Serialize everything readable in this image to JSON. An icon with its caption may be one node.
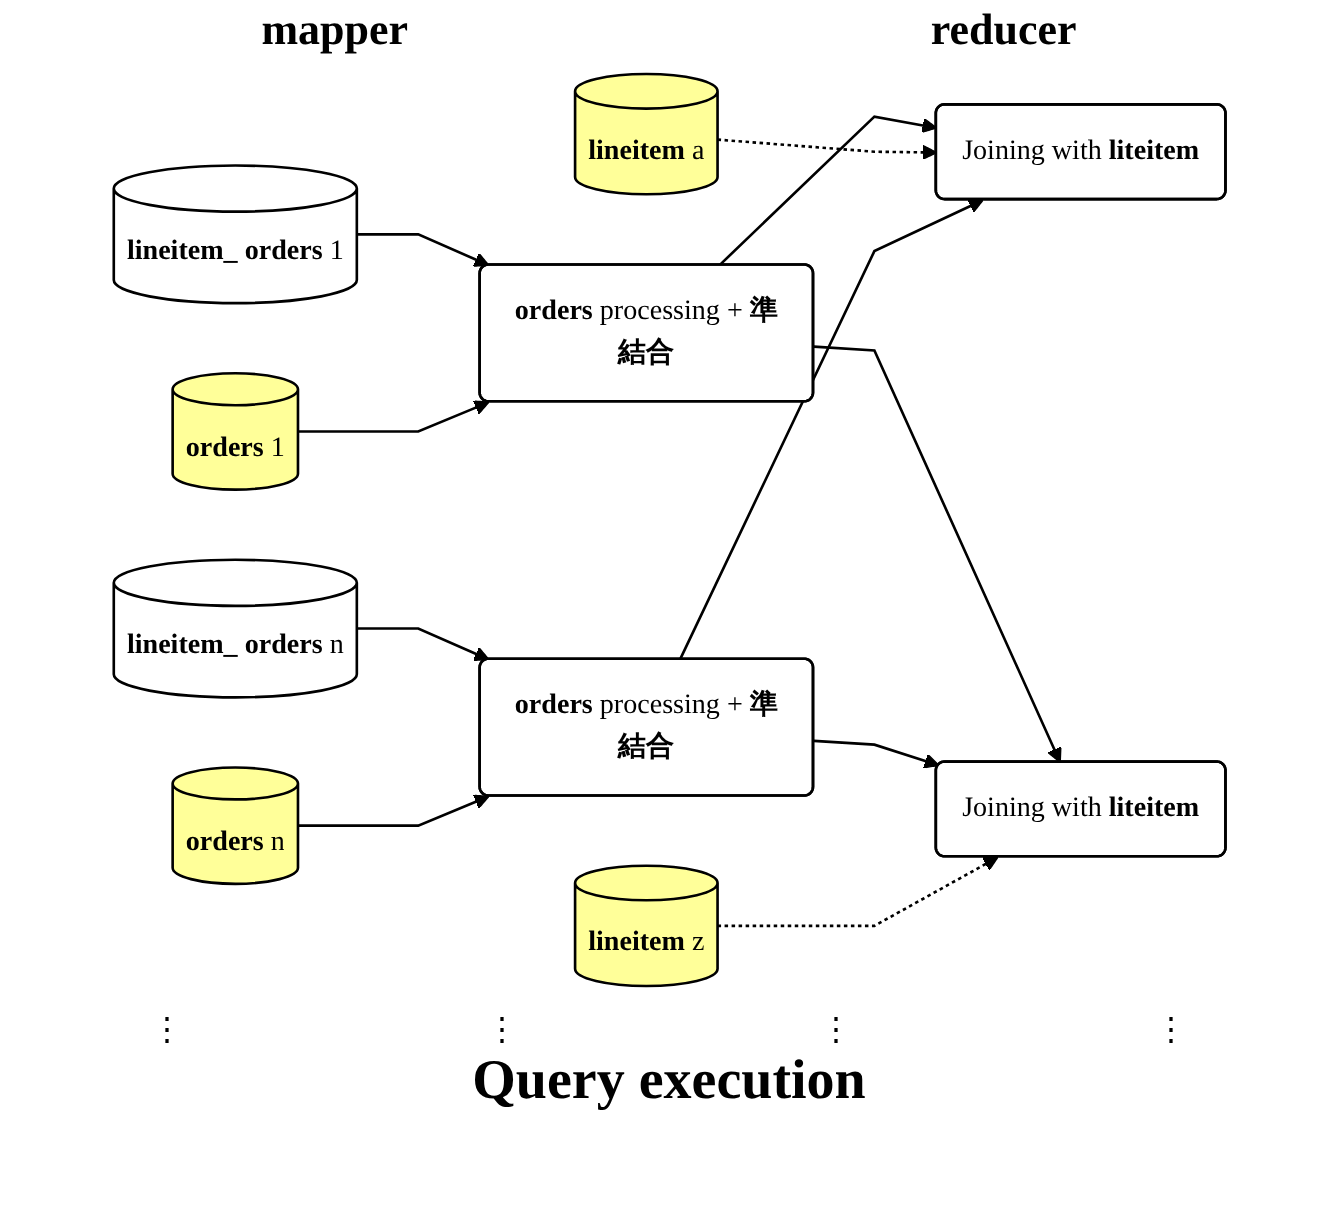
{
  "diagram": {
    "caption": "Query execution",
    "nodes": [
      {
        "text": [
          "**lineitem_ orders** 1"
        ]
      },
      {
        "text": [
          "**orders** 1"
        ]
      },
      {
        "text": [
          "**lineitem** a"
        ]
      },
      {
        "text": [
          "**lineitem_ orders** n"
        ]
      },
      {
        "text": [
          "**orders** n"
        ]
      },
      {
        "text": [
          "**lineitem** z"
        ]
      },
      {
        "text": [
          "**orders** processing + **準結合**"
        ]
      },
      {
        "text": [
          "**orders** processing + **準結合**"
        ]
      },
      {
        "text": [
          "Joining with **liteitem**"
        ]
      },
      {
        "text": [
          "Joining with **liteitem**"
        ]
      }
    ],
    "edges": [
      {
        "from": 0,
        "to": 6,
        "arrow": "to"
      },
      {
        "from": 1,
        "to": 6,
        "arrow": "to"
      },
      {
        "from": 6,
        "to": 8,
        "arrow": "to"
      },
      {
        "from": 6,
        "to": 9,
        "arrow": "to"
      },
      {
        "from": 2,
        "to": 8,
        "arrow": "to",
        "style": "dashed"
      },
      {
        "from": 3,
        "to": 7,
        "arrow": "to"
      },
      {
        "from": 4,
        "to": 7,
        "arrow": "to"
      },
      {
        "from": 7,
        "to": 8,
        "arrow": "to"
      },
      {
        "from": 7,
        "to": 9,
        "arrow": "to"
      },
      {
        "from": 5,
        "to": 9,
        "arrow": "to",
        "style": "dashed"
      }
    ],
    "labels": [
      "mapper",
      "reducer",
      "⋮",
      "⋮",
      "⋮",
      "⋮"
    ]
  }
}
